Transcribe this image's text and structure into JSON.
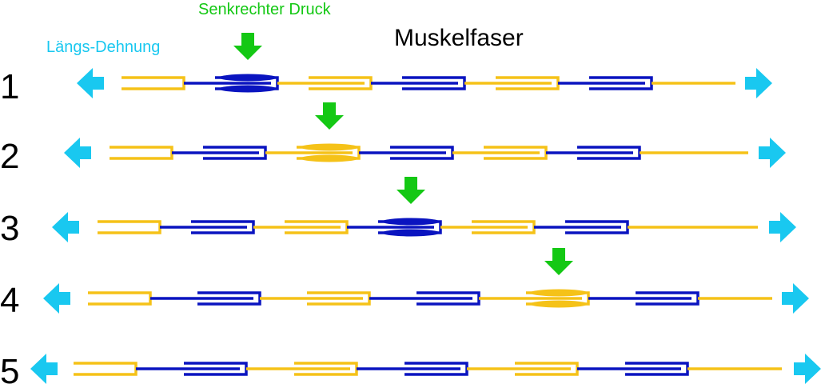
{
  "colors": {
    "yellow": "#f5c218",
    "blue": "#0a14c0",
    "arrow_cyan": "#19c8f0",
    "arrow_green": "#14c814",
    "label_green": "#14c814",
    "label_cyan": "#19c8f0"
  },
  "labels": {
    "pressure": "Senkrechter Druck",
    "stretch": "Längs-Dehnung",
    "fiber": "Muskelfaser"
  },
  "rows": [
    {
      "number": "1",
      "pressed_unit": 1
    },
    {
      "number": "2",
      "pressed_unit": 2
    },
    {
      "number": "3",
      "pressed_unit": 3
    },
    {
      "number": "4",
      "pressed_unit": 4
    },
    {
      "number": "5",
      "pressed_unit": null
    }
  ],
  "icons": [
    "cyan-arrow-left-icon",
    "cyan-arrow-right-icon",
    "green-arrow-down-icon"
  ]
}
